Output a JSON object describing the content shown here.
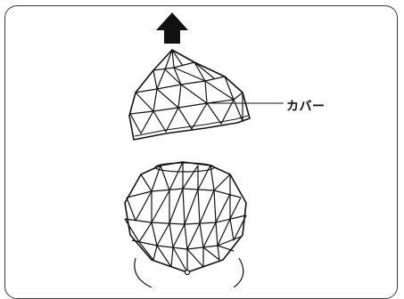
{
  "labels": {
    "cover": "カバー"
  },
  "parts": {
    "arrow": "up-arrow-icon",
    "cover": "dome-cover",
    "base": "geodesic-sphere-base"
  },
  "colors": {
    "line": "#111111",
    "arrow": "#111111",
    "background": "#ffffff"
  }
}
